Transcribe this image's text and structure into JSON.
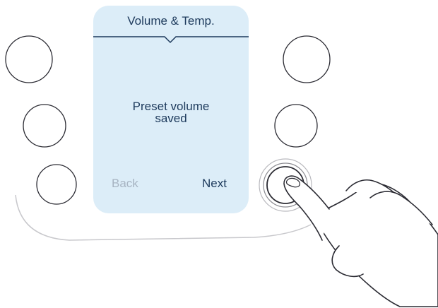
{
  "screen": {
    "title": "Volume & Temp.",
    "message": [
      "Preset volume",
      "saved"
    ],
    "softkeys": {
      "back": "Back",
      "next": "Next"
    }
  },
  "colors": {
    "screen_background": "#dcedf8",
    "ink": "#1d3a5c",
    "disabled_text": "#a7b4c2",
    "outline": "#2b2b33"
  },
  "icons": {
    "hand": "pointing-hand-icon",
    "pressed_button": "button-press-rings-icon"
  }
}
